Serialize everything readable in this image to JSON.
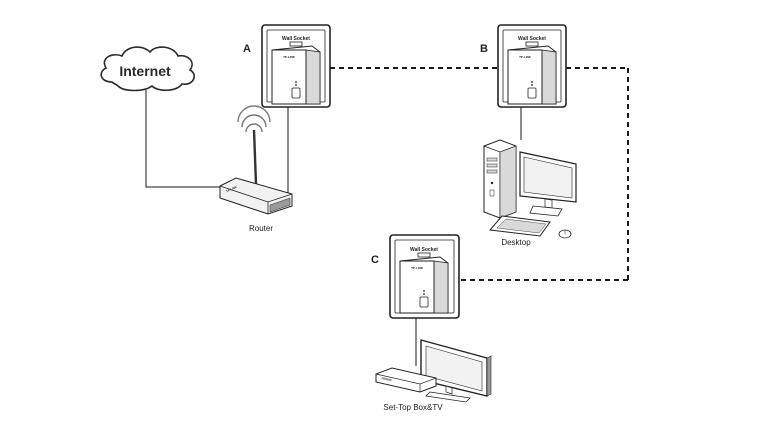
{
  "internet": {
    "label": "Internet"
  },
  "nodes": {
    "a": {
      "letter": "A",
      "socket_label": "Wall Socket",
      "brand": "TP-LINK"
    },
    "b": {
      "letter": "B",
      "socket_label": "Wall Socket",
      "brand": "TP-LINK"
    },
    "c": {
      "letter": "C",
      "socket_label": "Wall Socket",
      "brand": "TP-LINK"
    }
  },
  "devices": {
    "router": {
      "label": "Router",
      "brand": "TP-LINK"
    },
    "desktop": {
      "label": "Desktop"
    },
    "stb": {
      "label": "Set-Top Box&TV"
    }
  },
  "colors": {
    "line": "#1a1a1a",
    "fill_light": "#f2f2f2",
    "fill_mid": "#d9d9d9",
    "fill_dark": "#9a9a9a"
  }
}
